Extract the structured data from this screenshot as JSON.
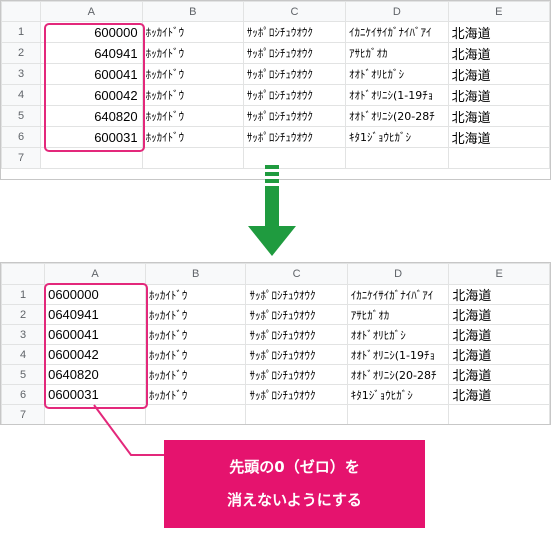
{
  "columns": [
    "A",
    "B",
    "C",
    "D",
    "E"
  ],
  "top_sheet": {
    "row_numbers": [
      "1",
      "2",
      "3",
      "4",
      "5",
      "6",
      "7"
    ],
    "rows": [
      [
        "600000",
        "ﾎｯｶｲﾄﾞｳ",
        "ｻｯﾎﾟﾛｼﾁｭｳｵｳｸ",
        "ｲｶﾆｹｲｻｲｶﾞﾅｲﾊﾞｱｲ",
        "北海道"
      ],
      [
        "640941",
        "ﾎｯｶｲﾄﾞｳ",
        "ｻｯﾎﾟﾛｼﾁｭｳｵｳｸ",
        "ｱｻﾋｶﾞｵｶ",
        "北海道"
      ],
      [
        "600041",
        "ﾎｯｶｲﾄﾞｳ",
        "ｻｯﾎﾟﾛｼﾁｭｳｵｳｸ",
        "ｵｵﾄﾞｵﾘﾋｶﾞｼ",
        "北海道"
      ],
      [
        "600042",
        "ﾎｯｶｲﾄﾞｳ",
        "ｻｯﾎﾟﾛｼﾁｭｳｵｳｸ",
        "ｵｵﾄﾞｵﾘﾆｼ(1-19ﾁｮ",
        "北海道"
      ],
      [
        "640820",
        "ﾎｯｶｲﾄﾞｳ",
        "ｻｯﾎﾟﾛｼﾁｭｳｵｳｸ",
        "ｵｵﾄﾞｵﾘﾆｼ(20-28ﾁ",
        "北海道"
      ],
      [
        "600031",
        "ﾎｯｶｲﾄﾞｳ",
        "ｻｯﾎﾟﾛｼﾁｭｳｵｳｸ",
        "ｷﾀ1ｼﾞｮｳﾋｶﾞｼ",
        "北海道"
      ],
      [
        "",
        "",
        "",
        "",
        ""
      ]
    ]
  },
  "bottom_sheet": {
    "row_numbers": [
      "1",
      "2",
      "3",
      "4",
      "5",
      "6",
      "7"
    ],
    "rows": [
      [
        "0600000",
        "ﾎｯｶｲﾄﾞｳ",
        "ｻｯﾎﾟﾛｼﾁｭｳｵｳｸ",
        "ｲｶﾆｹｲｻｲｶﾞﾅｲﾊﾞｱｲ",
        "北海道"
      ],
      [
        "0640941",
        "ﾎｯｶｲﾄﾞｳ",
        "ｻｯﾎﾟﾛｼﾁｭｳｵｳｸ",
        "ｱｻﾋｶﾞｵｶ",
        "北海道"
      ],
      [
        "0600041",
        "ﾎｯｶｲﾄﾞｳ",
        "ｻｯﾎﾟﾛｼﾁｭｳｵｳｸ",
        "ｵｵﾄﾞｵﾘﾋｶﾞｼ",
        "北海道"
      ],
      [
        "0600042",
        "ﾎｯｶｲﾄﾞｳ",
        "ｻｯﾎﾟﾛｼﾁｭｳｵｳｸ",
        "ｵｵﾄﾞｵﾘﾆｼ(1-19ﾁｮ",
        "北海道"
      ],
      [
        "0640820",
        "ﾎｯｶｲﾄﾞｳ",
        "ｻｯﾎﾟﾛｼﾁｭｳｵｳｸ",
        "ｵｵﾄﾞｵﾘﾆｼ(20-28ﾁ",
        "北海道"
      ],
      [
        "0600031",
        "ﾎｯｶｲﾄﾞｳ",
        "ｻｯﾎﾟﾛｼﾁｭｳｵｳｸ",
        "ｷﾀ1ｼﾞｮｳﾋｶﾞｼ",
        "北海道"
      ],
      [
        "",
        "",
        "",
        "",
        ""
      ]
    ]
  },
  "callout": {
    "line1": "先頭の0（ゼロ）を",
    "line2": "消えないようにする"
  },
  "colors": {
    "highlight": "#e3287b",
    "callout_bg": "#e5136e",
    "arrow": "#1f9b3f",
    "header_bg": "#f8f9fa",
    "gridline": "#e2e3e3"
  },
  "icons": {
    "arrow": "down-arrow-icon"
  }
}
